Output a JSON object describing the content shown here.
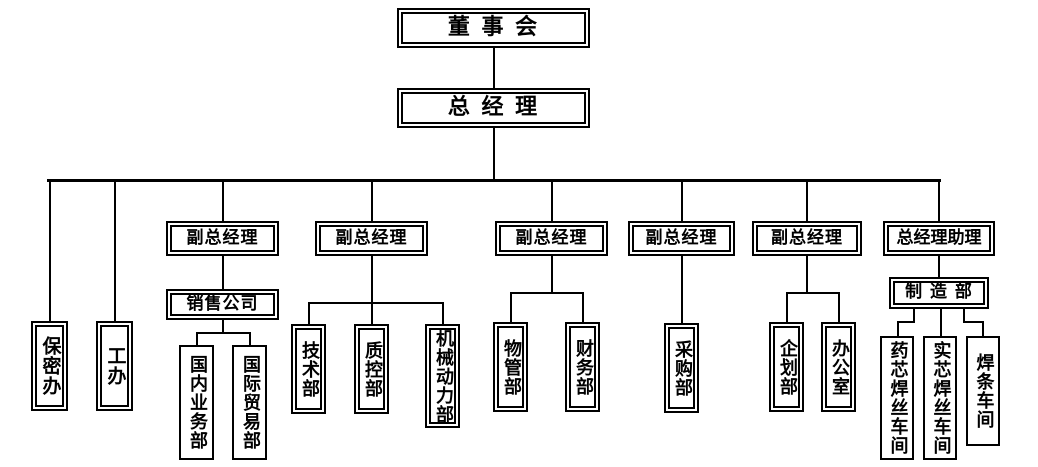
{
  "chart_data": {
    "type": "diagram",
    "title": "",
    "orientation": "top-down organizational chart",
    "nodes": [
      {
        "id": "board",
        "label": "董 事 会",
        "level": 0
      },
      {
        "id": "gm",
        "label": "总 经 理",
        "level": 1
      },
      {
        "id": "secrecy",
        "label": "保密办",
        "level": 2
      },
      {
        "id": "union",
        "label": "工办",
        "level": 2
      },
      {
        "id": "vgm1",
        "label": "副总经理",
        "level": 2
      },
      {
        "id": "vgm2",
        "label": "副总经理",
        "level": 2
      },
      {
        "id": "vgm3",
        "label": "副总经理",
        "level": 2
      },
      {
        "id": "vgm4",
        "label": "副总经理",
        "level": 2
      },
      {
        "id": "vgm5",
        "label": "副总经理",
        "level": 2
      },
      {
        "id": "gmassist",
        "label": "总经理助理",
        "level": 2
      },
      {
        "id": "salesco",
        "label": "销售公司",
        "level": 3
      },
      {
        "id": "mfgdept",
        "label": "制 造 部",
        "level": 3
      },
      {
        "id": "domestic",
        "label": "国内业务部",
        "level": 4
      },
      {
        "id": "intltrade",
        "label": "国际贸易部",
        "level": 4
      },
      {
        "id": "tech",
        "label": "技术部",
        "level": 4
      },
      {
        "id": "qc",
        "label": "质控部",
        "level": 4
      },
      {
        "id": "mechpower",
        "label": "机械动力部",
        "level": 4
      },
      {
        "id": "materials",
        "label": "物管部",
        "level": 4
      },
      {
        "id": "finance",
        "label": "财务部",
        "level": 4
      },
      {
        "id": "purchase",
        "label": "采购部",
        "level": 4
      },
      {
        "id": "planning",
        "label": "企划部",
        "level": 4
      },
      {
        "id": "office",
        "label": "办公室",
        "level": 4
      },
      {
        "id": "fluxwire",
        "label": "药芯焊丝车间",
        "level": 4
      },
      {
        "id": "solidwire",
        "label": "实芯焊丝车间",
        "level": 4
      },
      {
        "id": "electrode",
        "label": "焊条车间",
        "level": 4
      }
    ],
    "edges": [
      {
        "from": "board",
        "to": "gm"
      },
      {
        "from": "gm",
        "to": "secrecy"
      },
      {
        "from": "gm",
        "to": "union"
      },
      {
        "from": "gm",
        "to": "vgm1"
      },
      {
        "from": "gm",
        "to": "vgm2"
      },
      {
        "from": "gm",
        "to": "vgm3"
      },
      {
        "from": "gm",
        "to": "vgm4"
      },
      {
        "from": "gm",
        "to": "vgm5"
      },
      {
        "from": "gm",
        "to": "gmassist"
      },
      {
        "from": "vgm1",
        "to": "salesco"
      },
      {
        "from": "salesco",
        "to": "domestic"
      },
      {
        "from": "salesco",
        "to": "intltrade"
      },
      {
        "from": "vgm2",
        "to": "tech"
      },
      {
        "from": "vgm2",
        "to": "qc"
      },
      {
        "from": "vgm2",
        "to": "mechpower"
      },
      {
        "from": "vgm3",
        "to": "materials"
      },
      {
        "from": "vgm3",
        "to": "finance"
      },
      {
        "from": "vgm4",
        "to": "purchase"
      },
      {
        "from": "vgm5",
        "to": "planning"
      },
      {
        "from": "vgm5",
        "to": "office"
      },
      {
        "from": "gmassist",
        "to": "mfgdept"
      },
      {
        "from": "mfgdept",
        "to": "fluxwire"
      },
      {
        "from": "mfgdept",
        "to": "solidwire"
      },
      {
        "from": "mfgdept",
        "to": "electrode"
      }
    ],
    "colors": {
      "line": "#000000",
      "box_border": "#000000",
      "box_fill": "#ffffff",
      "text": "#000000"
    }
  },
  "nodes": {
    "board": {
      "label": "董 事 会"
    },
    "gm": {
      "label": "总 经 理"
    },
    "secrecy": {
      "label": "保密办"
    },
    "union": {
      "label": "工办"
    },
    "vgm1": {
      "label": "副总经理"
    },
    "vgm2": {
      "label": "副总经理"
    },
    "vgm3": {
      "label": "副总经理"
    },
    "vgm4": {
      "label": "副总经理"
    },
    "vgm5": {
      "label": "副总经理"
    },
    "gmassist": {
      "label": "总经理助理"
    },
    "salesco": {
      "label": "销售公司"
    },
    "mfgdept": {
      "label": "制 造 部"
    },
    "domestic": {
      "label": "国内业务部"
    },
    "intltrade": {
      "label": "国际贸易部"
    },
    "tech": {
      "label": "技术部"
    },
    "qc": {
      "label": "质控部"
    },
    "mechpower": {
      "label": "机械动力部"
    },
    "materials": {
      "label": "物管部"
    },
    "finance": {
      "label": "财务部"
    },
    "purchase": {
      "label": "采购部"
    },
    "planning": {
      "label": "企划部"
    },
    "office": {
      "label": "办公室"
    },
    "fluxwire": {
      "label": "药芯焊丝车间"
    },
    "solidwire": {
      "label": "实芯焊丝车间"
    },
    "electrode": {
      "label": "焊条车间"
    }
  }
}
